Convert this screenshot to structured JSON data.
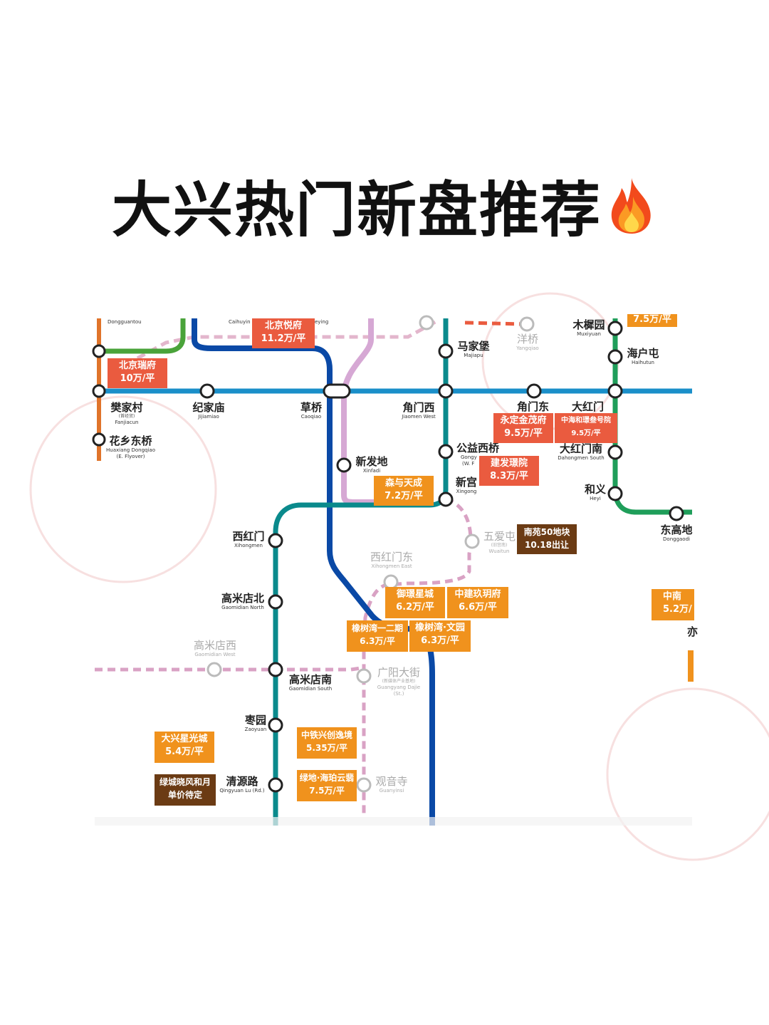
{
  "title": "大兴热门新盘推荐",
  "title_icon": "fire-icon",
  "colors": {
    "line_blue": "#0a49a6",
    "line_teal": "#0a8a8c",
    "line_cyan": "#1a8fc9",
    "line_green": "#1f9e5a",
    "line_pink": "#d9a3cf",
    "line_orange": "#e0742a",
    "line_dashed": "#d6a2c4",
    "tag_orange": "#f0921d",
    "tag_red": "#ea5b3f",
    "tag_brown": "#6b3b14"
  },
  "stations": {
    "dongguantou": {
      "en": "Dongguantou"
    },
    "caihuying": {
      "en": "Caihuyin"
    },
    "caihuying_tail": {
      "en": "eying"
    },
    "fanjiacun": {
      "cn": "樊家村",
      "sub": "(首经贸)",
      "en": "Fanjiacun"
    },
    "huaxiangdongqiao": {
      "cn": "花乡东桥",
      "en": "Huaxiang Dongqiao",
      "en2": "(E. Flyover)"
    },
    "jijiamiao": {
      "cn": "纪家庙",
      "en": "Jijiamiao"
    },
    "caoqiao": {
      "cn": "草桥",
      "en": "Caoqiao"
    },
    "xinfadi": {
      "cn": "新发地",
      "en": "Xinfadi"
    },
    "majiapu": {
      "cn": "马家堡",
      "en": "Majiapu"
    },
    "yangqiao": {
      "cn": "洋桥",
      "en": "Yangqiao"
    },
    "muxiyuan": {
      "cn": "木樨园",
      "en": "Muxiyuan"
    },
    "haihutun": {
      "cn": "海户屯",
      "en": "Haihutun"
    },
    "jiaomenxi": {
      "cn": "角门西",
      "en": "Jiaomen West"
    },
    "jiaomendong": {
      "cn": "角门东"
    },
    "dahongmen": {
      "cn": "大红门"
    },
    "gongyixiqiao": {
      "cn": "公益西桥",
      "en": "Gongy",
      "en2": "(W. F"
    },
    "dahongmennan": {
      "cn": "大红门南",
      "en": "Dahongmen South"
    },
    "xingong": {
      "cn": "新宫",
      "en": "Xingong"
    },
    "heyi": {
      "cn": "和义",
      "en": "Heyi"
    },
    "donggaodi": {
      "cn": "东高地",
      "en": "Donggaodi"
    },
    "xihongmen": {
      "cn": "西红门",
      "en": "Xihongmen"
    },
    "wuaitun": {
      "cn": "五爱屯",
      "sub": "(旧宫南)",
      "en": "Wuaitun"
    },
    "xihongmendong": {
      "cn": "西红门东",
      "en": "Xihongmen East"
    },
    "gaomidianbei": {
      "cn": "高米店北",
      "en": "Gaomidian North"
    },
    "gaomidianxi": {
      "cn": "高米店西",
      "en": "Gaomidian West"
    },
    "gaomidiannan": {
      "cn": "高米店南",
      "en": "Gaomidian South"
    },
    "guangyangdajie": {
      "cn": "广阳大街",
      "sub": "(新媒体产业基地)",
      "en": "Guangyang Dajie",
      "en2": "(St.)"
    },
    "zaoyuan": {
      "cn": "枣园",
      "en": "Zaoyuan"
    },
    "qingyuanlu": {
      "cn": "清源路",
      "en": "Qingyuan Lu (Rd.)"
    },
    "guanyinsi": {
      "cn": "观音寺",
      "en": "Guanyinsi"
    },
    "edge_yi": {
      "cn": "亦"
    }
  },
  "projects": [
    {
      "id": "beijingyuefu",
      "name": "北京悦府",
      "price": "11.2万/平",
      "style": "red"
    },
    {
      "id": "beijingruifu",
      "name": "北京瑞府",
      "price": "10万/平",
      "style": "red"
    },
    {
      "id": "partial_top",
      "name": "",
      "price": "7.5万/平",
      "style": "orange"
    },
    {
      "id": "yongdingjinmaofu",
      "name": "永定金茂府",
      "price": "9.5万/平",
      "style": "red"
    },
    {
      "id": "zhonghaihejing",
      "name": "中海和璟叁号院",
      "price": "9.5万/平",
      "style": "red"
    },
    {
      "id": "jianfahuanyuan",
      "name": "建发璟院",
      "price": "8.3万/平",
      "style": "red"
    },
    {
      "id": "senyutiancheng",
      "name": "森与天成",
      "price": "7.2万/平",
      "style": "orange"
    },
    {
      "id": "nanyuan50",
      "name": "南苑50地块",
      "price": "10.18出让",
      "style": "brown"
    },
    {
      "id": "yuhuanxingcheng",
      "name": "御璟星城",
      "price": "6.2万/平",
      "style": "orange"
    },
    {
      "id": "zhongjianjiuyuefu",
      "name": "中建玖玥府",
      "price": "6.6万/平",
      "style": "orange"
    },
    {
      "id": "zhongnan",
      "name": "中南",
      "price": "5.2万/",
      "style": "orange"
    },
    {
      "id": "xiangshuwan12",
      "name": "橡树湾一二期",
      "price": "6.3万/平",
      "style": "orange"
    },
    {
      "id": "xiangshuwanwenyuan",
      "name": "橡树湾·文园",
      "price": "6.3万/平",
      "style": "orange"
    },
    {
      "id": "daxingxingguang",
      "name": "大兴星光城",
      "price": "5.4万/平",
      "style": "orange"
    },
    {
      "id": "zhongtiexingchuang",
      "name": "中铁兴创逸境",
      "price": "5.35万/平",
      "style": "orange"
    },
    {
      "id": "ludihaipo",
      "name": "绿地·海珀云翡",
      "price": "7.5万/平",
      "style": "orange"
    },
    {
      "id": "lvchengxiaofeng",
      "name": "绿城晓风和月",
      "price": "单价待定",
      "style": "brown"
    }
  ]
}
